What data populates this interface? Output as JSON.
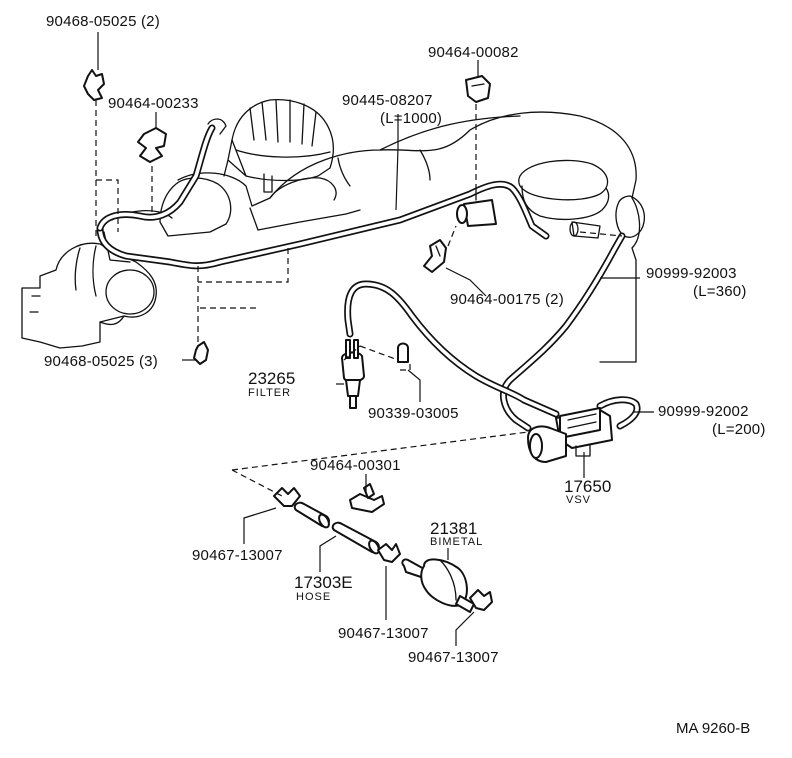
{
  "labels": {
    "p_90468_05025_top": "90468-05025 (2)",
    "p_90464_00082": "90464-00082",
    "p_90464_00233": "90464-00233",
    "p_90445_08207": "90445-08207",
    "p_90445_08207_len": "(L=1000)",
    "p_90999_92003": "90999-92003",
    "p_90999_92003_len": "(L=360)",
    "p_90464_00175": "90464-00175 (2)",
    "p_90468_05025_bottom": "90468-05025 (3)",
    "p_23265": "23265",
    "p_23265_sub": "FILTER",
    "p_90339_03005": "90339-03005",
    "p_90999_92002": "90999-92002",
    "p_90999_92002_len": "(L=200)",
    "p_17650": "17650",
    "p_17650_sub": "VSV",
    "p_90464_00301": "90464-00301",
    "p_21381": "21381",
    "p_21381_sub": "BIMETAL",
    "p_90467_13007_a": "90467-13007",
    "p_17303e": "17303E",
    "p_17303e_sub": "HOSE",
    "p_90467_13007_b": "90467-13007",
    "p_90467_13007_c": "90467-13007",
    "ref_code": "MA 9260-B"
  }
}
